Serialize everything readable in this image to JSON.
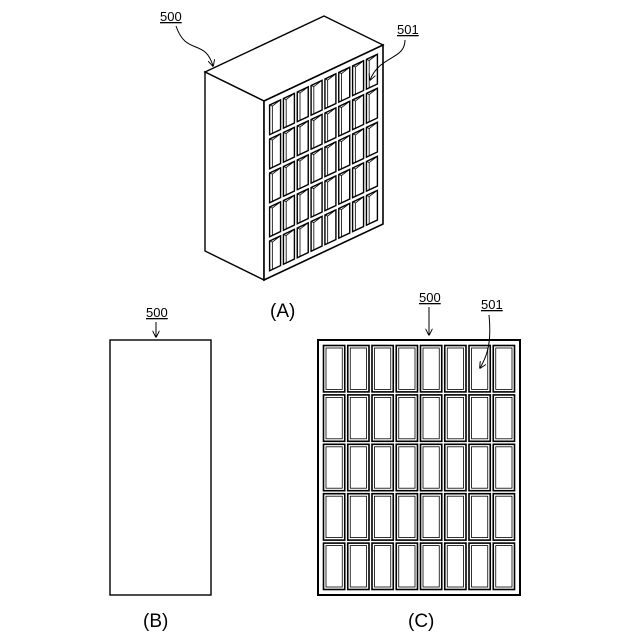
{
  "figure_a": {
    "caption": "(A)",
    "body_label": "500",
    "cell_label": "501",
    "columns": 8,
    "rows": 5
  },
  "figure_b": {
    "caption": "(B)",
    "body_label": "500"
  },
  "figure_c": {
    "caption": "(C)",
    "body_label": "500",
    "cell_label": "501",
    "columns": 8,
    "rows": 5
  }
}
